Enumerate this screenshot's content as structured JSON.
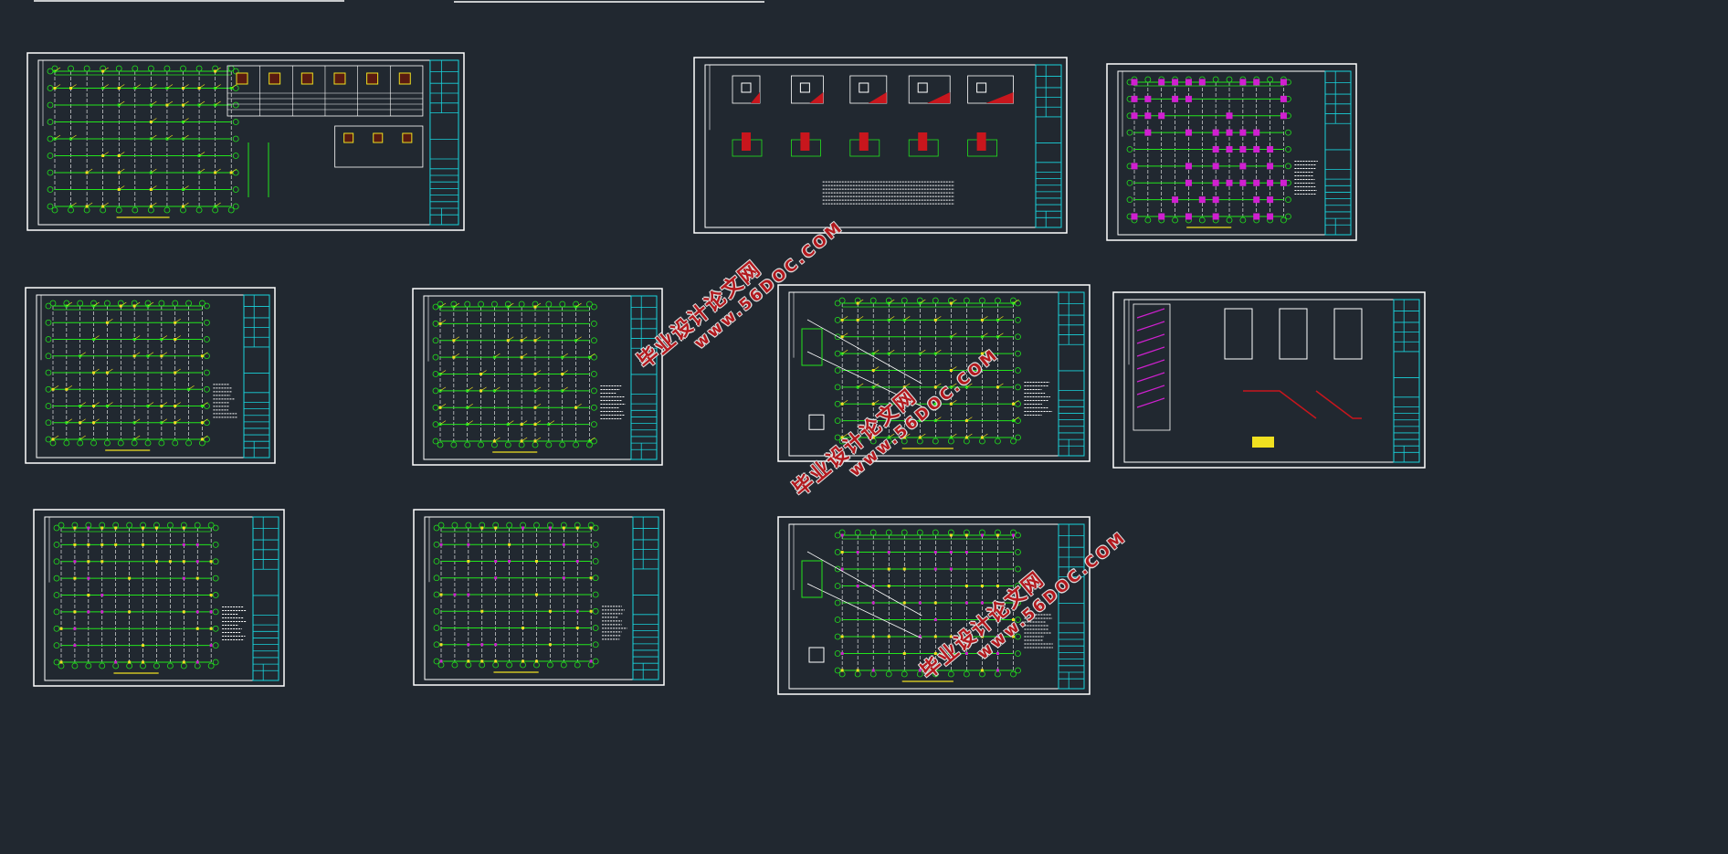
{
  "canvas": {
    "background": "#212830"
  },
  "colors": {
    "frame": "#ffffff",
    "title_block": "#19d3dc",
    "grid": "#22e41c",
    "axis": "#ffffff",
    "accent_yellow": "#f0e020",
    "accent_magenta": "#d020d0",
    "accent_red": "#c8161d",
    "watermark": "#b3191e"
  },
  "watermark": {
    "cn": "毕业设计论文网",
    "url": "www.56DOC.COM"
  },
  "sheets": [
    {
      "kind": "column-plan-with-tables"
    },
    {
      "kind": "foundation-details"
    },
    {
      "kind": "foundation-plan"
    },
    {
      "kind": "floor-plan"
    },
    {
      "kind": "floor-plan"
    },
    {
      "kind": "floor-plan-with-detail"
    },
    {
      "kind": "stair-details"
    },
    {
      "kind": "slab-plan"
    },
    {
      "kind": "slab-plan"
    },
    {
      "kind": "slab-plan-with-detail"
    }
  ]
}
